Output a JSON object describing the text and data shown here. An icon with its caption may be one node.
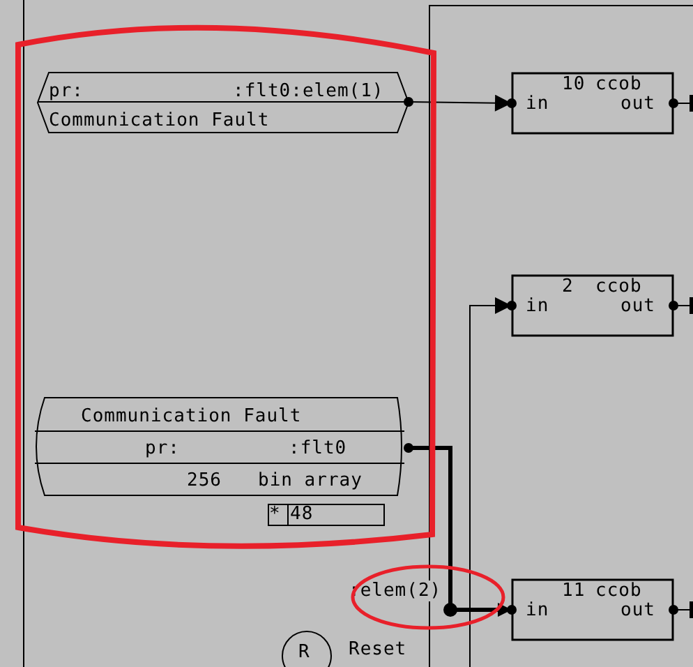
{
  "diagram": {
    "nodes": [
      {
        "text": [
          "pr:",
          ":flt0:elem(1)",
          "Communication Fault"
        ]
      },
      {
        "text": [
          "10",
          "ccob",
          "in",
          "out"
        ]
      },
      {
        "text": [
          "2",
          "ccob",
          "in",
          "out"
        ]
      },
      {
        "text": [
          "Communication Fault",
          "pr:",
          ":flt0",
          "256",
          "bin array"
        ]
      },
      {
        "text": [
          "*",
          "48"
        ]
      },
      {
        "text": [
          "11",
          "ccob",
          "in",
          "out"
        ]
      },
      {
        "text": [
          "R"
        ],
        "beside": [
          "Reset"
        ]
      }
    ],
    "edges": [
      {
        "from": 0,
        "to": 1,
        "arrow": "to"
      },
      {
        "from": null,
        "to": 2,
        "arrow": "to"
      },
      {
        "from": 3,
        "to": 5,
        "arrow": "to",
        "label": ":elem(2)",
        "style": "thick"
      },
      {
        "from": 1,
        "to": null,
        "arrow": "other"
      },
      {
        "from": 2,
        "to": null,
        "arrow": "other"
      },
      {
        "from": 5,
        "to": null,
        "arrow": "other"
      }
    ]
  }
}
